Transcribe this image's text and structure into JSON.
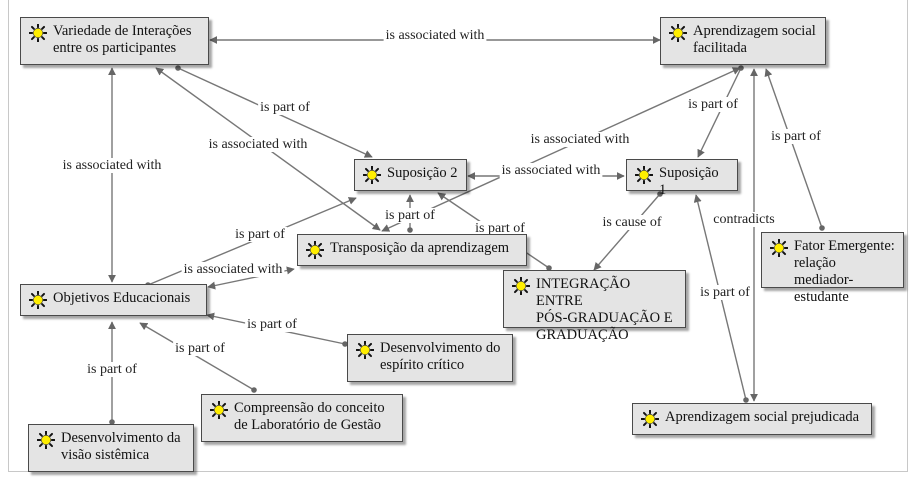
{
  "nodes": [
    {
      "id": "variedade",
      "label": "Variedade de Interações\nentre os participantes"
    },
    {
      "id": "aprend_facilitada",
      "label": "Aprendizagem social\nfacilitada"
    },
    {
      "id": "suposicao2",
      "label": "Suposição 2"
    },
    {
      "id": "suposicao1",
      "label": "Suposição 1"
    },
    {
      "id": "transposicao",
      "label": "Transposição da aprendizagem"
    },
    {
      "id": "fator",
      "label": "Fator Emergente:\nrelação mediador-\nestudante"
    },
    {
      "id": "objetivos",
      "label": "Objetivos Educacionais"
    },
    {
      "id": "integracao",
      "label": "INTEGRAÇÃO ENTRE\nPÓS-GRADUAÇÃO E\nGRADUAÇÃO"
    },
    {
      "id": "espirito",
      "label": "Desenvolvimento do\nespírito crítico"
    },
    {
      "id": "compreensao",
      "label": "Compreensão do conceito\nde Laboratório de Gestão"
    },
    {
      "id": "visao",
      "label": "Desenvolvimento da\nvisão sistêmica"
    },
    {
      "id": "aprend_prejudicada",
      "label": "Aprendizagem social prejudicada"
    }
  ],
  "links": [
    {
      "from": "variedade",
      "to": "aprend_facilitada",
      "label": "is associated with",
      "bidirectional": true
    },
    {
      "from": "variedade",
      "to": "suposicao2",
      "label": "is part of",
      "bidirectional": false
    },
    {
      "from": "transposicao",
      "to": "variedade",
      "label": "is associated with",
      "bidirectional": true
    },
    {
      "from": "variedade",
      "to": "objetivos",
      "label": "is associated with",
      "bidirectional": true
    },
    {
      "from": "aprend_facilitada",
      "to": "suposicao1",
      "label": "is part of",
      "bidirectional": false
    },
    {
      "from": "aprend_facilitada",
      "to": "transposicao",
      "label": "is associated with",
      "bidirectional": true
    },
    {
      "from": "fator",
      "to": "aprend_facilitada",
      "label": "is part of",
      "bidirectional": false
    },
    {
      "from": "aprend_facilitada",
      "to": "aprend_prejudicada",
      "label": "contradicts",
      "bidirectional": true
    },
    {
      "from": "suposicao2",
      "to": "suposicao1",
      "label": "is associated with",
      "bidirectional": true
    },
    {
      "from": "transposicao",
      "to": "suposicao2",
      "label": "is part of",
      "bidirectional": false
    },
    {
      "from": "integracao",
      "to": "suposicao2",
      "label": "is part of",
      "bidirectional": false
    },
    {
      "from": "objetivos",
      "to": "suposicao2",
      "label": "is part of",
      "bidirectional": false
    },
    {
      "from": "objetivos",
      "to": "transposicao",
      "label": "is associated with",
      "bidirectional": true
    },
    {
      "from": "suposicao1",
      "to": "integracao",
      "label": "is cause of",
      "bidirectional": false
    },
    {
      "from": "aprend_prejudicada",
      "to": "suposicao1",
      "label": "is part of",
      "bidirectional": false
    },
    {
      "from": "espirito",
      "to": "objetivos",
      "label": "is part of",
      "bidirectional": false
    },
    {
      "from": "compreensao",
      "to": "objetivos",
      "label": "is part of",
      "bidirectional": false
    },
    {
      "from": "visao",
      "to": "objetivos",
      "label": "is part of",
      "bidirectional": false
    }
  ],
  "colors": {
    "node_fill": "#e4e4e4",
    "node_border": "#4a4a4a",
    "link": "#777777",
    "icon": "#ffee00"
  },
  "icon": "concept-sun-icon"
}
